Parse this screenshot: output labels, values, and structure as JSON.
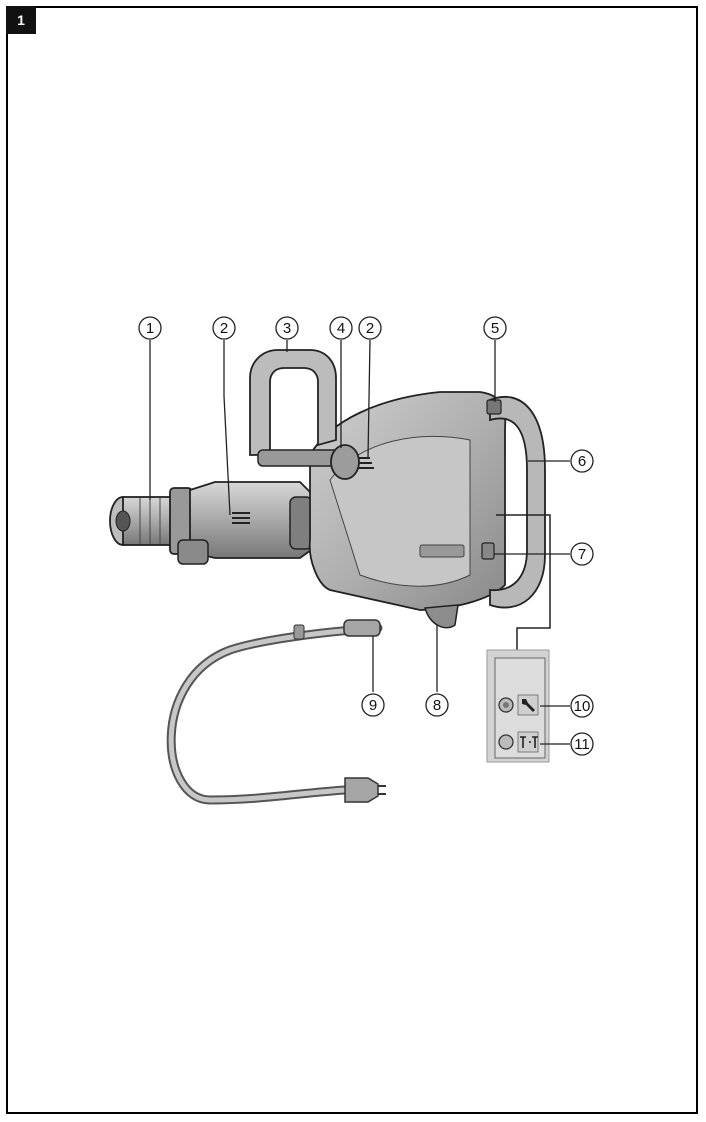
{
  "figure": {
    "number": "1"
  },
  "callouts": [
    "1",
    "2",
    "3",
    "4",
    "2",
    "5",
    "6",
    "7",
    "8",
    "9",
    "10",
    "11"
  ],
  "colors": {
    "tool_body": "#b5b5b5",
    "tool_dark": "#6e6e6e",
    "outline": "#222222",
    "panel": "#d3d3d3"
  },
  "icons": {
    "service": "wrench-icon",
    "theft_protection": "theft-protection-icon"
  }
}
